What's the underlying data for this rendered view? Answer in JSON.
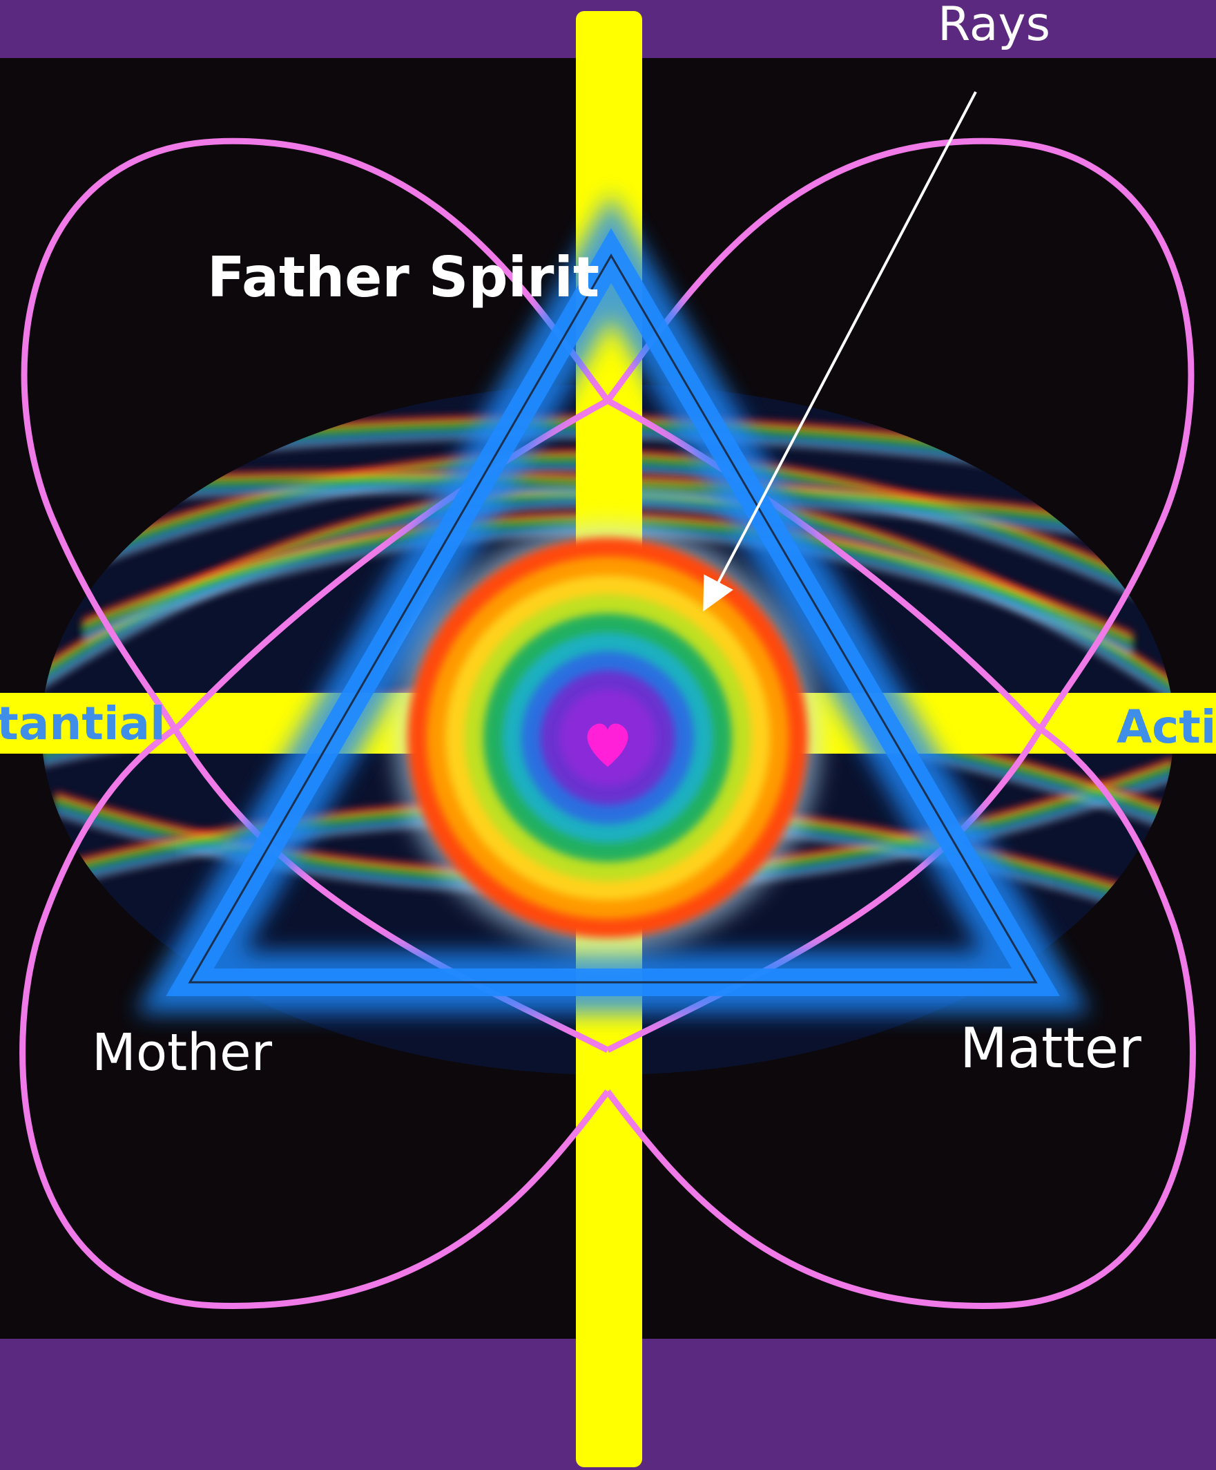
{
  "labels": {
    "rays": "Rays",
    "father_spirit": "Father Spirit",
    "mother": "Mother",
    "matter": "Matter",
    "left_axis": "stantial",
    "right_axis": "Acti"
  },
  "colors": {
    "band": "#5b2a80",
    "background": "#0c080c",
    "cross": "#ffff00",
    "petal_outline": "#f07ae8",
    "triangle": "#1f8aff",
    "axis_label": "#3f8fe8",
    "center": "#ff20d8"
  },
  "center_rings": [
    "#ff4a10",
    "#ff9a00",
    "#ffd21a",
    "#c0e020",
    "#22b060",
    "#1ab0c0",
    "#2a70e0",
    "#6a30d0"
  ],
  "spectrum": [
    "#ff2a2a",
    "#ffe21a",
    "#2ad02a",
    "#1a8cff",
    "#ffffff"
  ],
  "icons": {
    "center": "heart-icon",
    "arrow": "arrow-icon"
  }
}
